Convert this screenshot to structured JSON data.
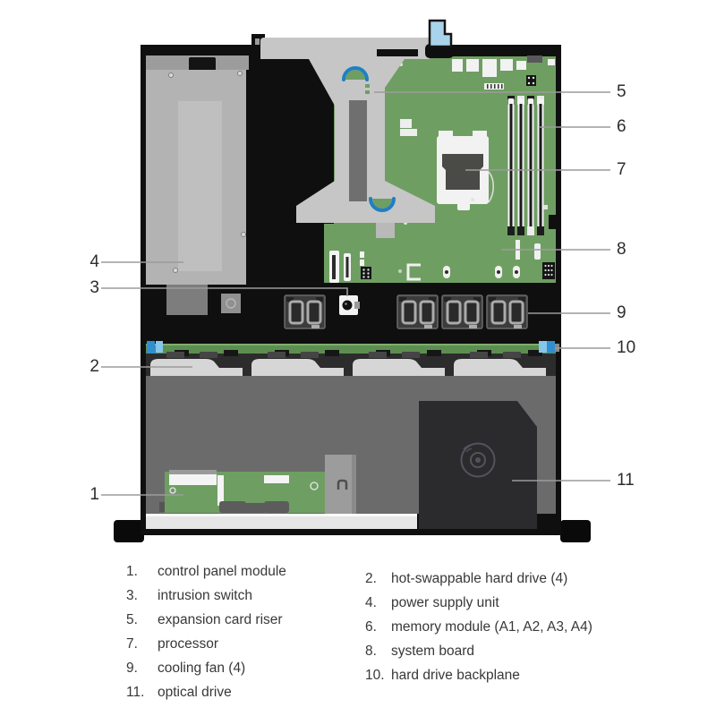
{
  "title": "server interior component diagram",
  "callouts": [
    {
      "num": "1"
    },
    {
      "num": "2"
    },
    {
      "num": "3"
    },
    {
      "num": "4"
    },
    {
      "num": "5"
    },
    {
      "num": "6"
    },
    {
      "num": "7"
    },
    {
      "num": "8"
    },
    {
      "num": "9"
    },
    {
      "num": "10"
    },
    {
      "num": "11"
    }
  ],
  "legend": {
    "left": [
      {
        "num": "1.",
        "label": "control panel module"
      },
      {
        "num": "3.",
        "label": "intrusion switch"
      },
      {
        "num": "5.",
        "label": "expansion card riser"
      },
      {
        "num": "7.",
        "label": "processor"
      },
      {
        "num": "9.",
        "label": "cooling fan (4)"
      },
      {
        "num": "11.",
        "label": "optical drive"
      }
    ],
    "right": [
      {
        "num": "2.",
        "label": "hot-swappable hard drive (4)"
      },
      {
        "num": "4.",
        "label": "power supply unit"
      },
      {
        "num": "6.",
        "label": "memory module (A1, A2, A3, A4)"
      },
      {
        "num": "8.",
        "label": "system board"
      },
      {
        "num": "10.",
        "label": "hard drive backplane"
      }
    ]
  },
  "colors": {
    "chassis_black": "#0f0f0f",
    "board_green": "#6f9e63",
    "backplane_green": "#5c8e51",
    "accent_blue": "#2e8fd0",
    "arc_blue": "#1f7fc4",
    "latch_blue": "#a9d2eb",
    "psu_gray": "#b3b3b3",
    "riser_gray": "#c6c6c6",
    "bay_gray": "#6b6b6b",
    "bezel_gray": "#e6e6e6",
    "drive_gray": "#d6d6d6",
    "optical_drive": "#2b2b2e",
    "callout_line": "#9b9b9b",
    "text": "#383838"
  }
}
